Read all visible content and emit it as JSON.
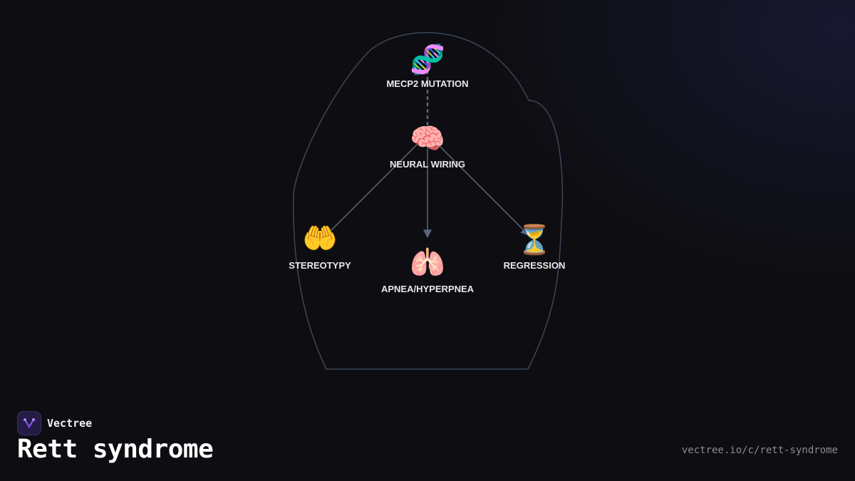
{
  "brand": {
    "name": "Vectree",
    "logo_icon": "vectree-fork-icon",
    "accent": "#8b5cf6"
  },
  "page": {
    "title": "Rett syndrome",
    "url": "vectree.io/c/rett-syndrome"
  },
  "diagram": {
    "outline_icon": "head-silhouette-icon",
    "outline_color": "#3b4658",
    "edge_color": "#5b6678",
    "nodes": [
      {
        "id": "mecp2",
        "label": "MECP2 MUTATION",
        "icon": "🧬",
        "icon_name": "dna-icon"
      },
      {
        "id": "neural",
        "label": "NEURAL WIRING",
        "icon": "🧠",
        "icon_name": "brain-icon"
      },
      {
        "id": "stereotypy",
        "label": "STEREOTYPY",
        "icon": "🤲",
        "icon_name": "palms-up-hands-icon"
      },
      {
        "id": "apnea",
        "label": "APNEA/HYPERPNEA",
        "icon": "🫁",
        "icon_name": "lungs-icon"
      },
      {
        "id": "regression",
        "label": "REGRESSION",
        "icon": "⏳",
        "icon_name": "hourglass-icon"
      }
    ],
    "edges": [
      {
        "from": "mecp2",
        "to": "neural",
        "style": "dotted"
      },
      {
        "from": "neural",
        "to": "stereotypy",
        "style": "solid"
      },
      {
        "from": "neural",
        "to": "apnea",
        "style": "arrow"
      },
      {
        "from": "neural",
        "to": "regression",
        "style": "arrow"
      }
    ]
  }
}
